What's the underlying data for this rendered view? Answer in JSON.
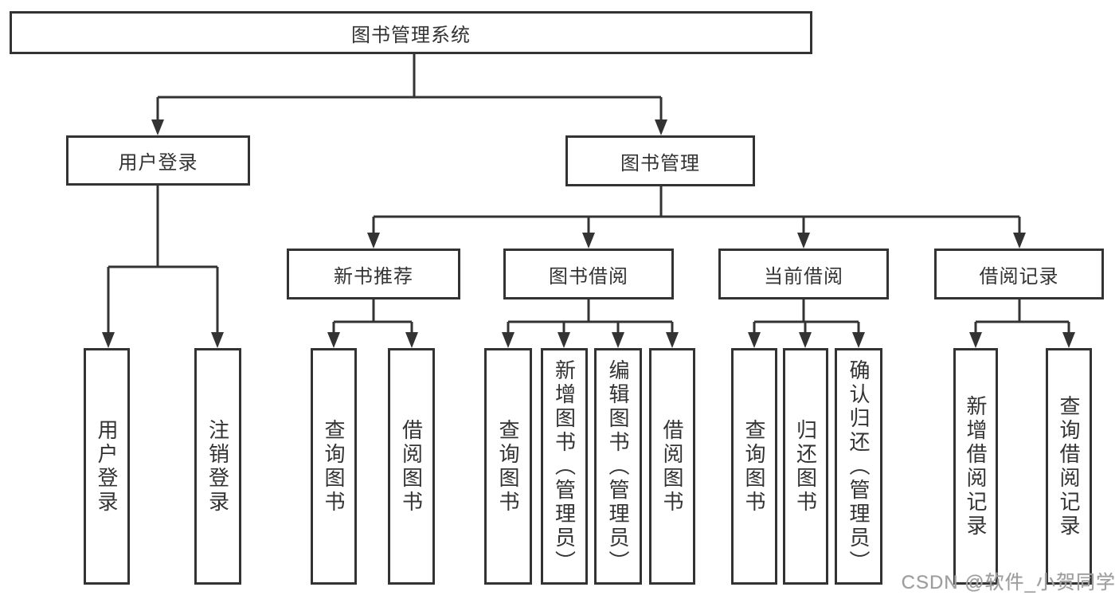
{
  "tree": {
    "root": "图书管理系统",
    "branches": [
      {
        "label": "用户登录",
        "children": [
          {
            "label": "用户登录"
          },
          {
            "label": "注销登录"
          }
        ]
      },
      {
        "label": "图书管理",
        "children": [
          {
            "label": "新书推荐",
            "children": [
              {
                "label": "查询图书"
              },
              {
                "label": "借阅图书"
              }
            ]
          },
          {
            "label": "图书借阅",
            "children": [
              {
                "label": "查询图书"
              },
              {
                "label": "新增图书（管理员）"
              },
              {
                "label": "编辑图书（管理员）"
              },
              {
                "label": "借阅图书"
              }
            ]
          },
          {
            "label": "当前借阅",
            "children": [
              {
                "label": "查询图书"
              },
              {
                "label": "归还图书"
              },
              {
                "label": "确认归还（管理员）"
              }
            ]
          },
          {
            "label": "借阅记录",
            "children": [
              {
                "label": "新增借阅记录"
              },
              {
                "label": "查询借阅记录"
              }
            ]
          }
        ]
      }
    ]
  },
  "watermark": {
    "text": "CSDN @软件_小贺同学"
  },
  "colors": {
    "line": "#333333",
    "text": "#333333",
    "watermark": "#9d9d9d",
    "background": "#ffffff"
  }
}
